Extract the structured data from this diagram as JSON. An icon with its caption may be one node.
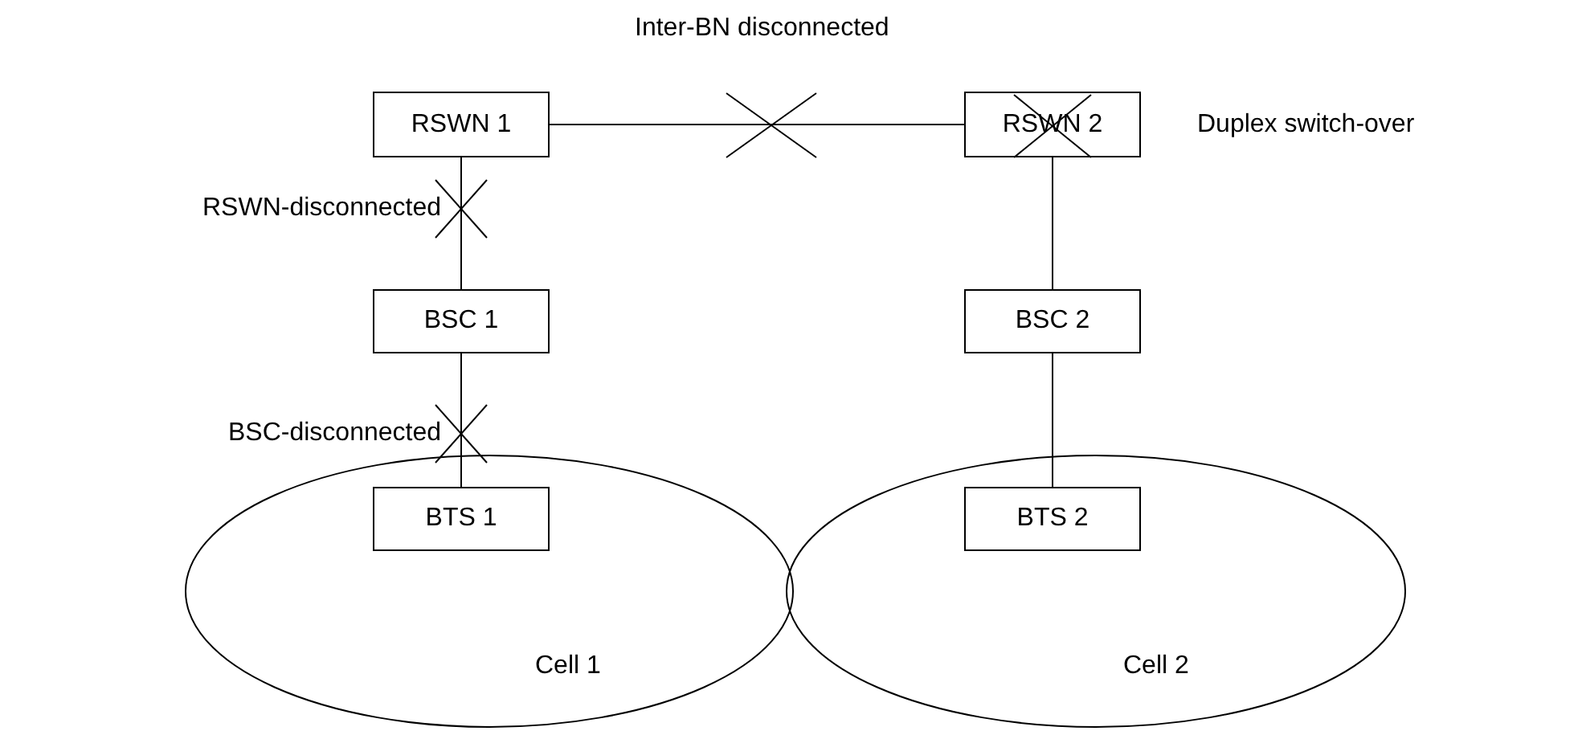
{
  "diagram": {
    "nodes": [
      {
        "text": [
          "RSWN 1"
        ]
      },
      {
        "text": [
          "RSWN 2"
        ],
        "beside": [
          "Duplex switch-over"
        ]
      },
      {
        "text": [
          "BSC 1"
        ]
      },
      {
        "text": [
          "BSC 2"
        ]
      },
      {
        "text": [
          "Cell 1"
        ]
      },
      {
        "text": [
          "BTS 1"
        ],
        "in": 4
      },
      {
        "text": [
          "Cell 2"
        ]
      },
      {
        "text": [
          "BTS 2"
        ],
        "in": 6
      }
    ],
    "edges": [
      {
        "from": 0,
        "to": 1,
        "arrow": "none",
        "label": "Inter-BN disconnected"
      },
      {
        "from": 0,
        "to": 2,
        "arrow": "none",
        "label": "RSWN-disconnected"
      },
      {
        "from": 1,
        "to": 3,
        "arrow": "none"
      },
      {
        "from": 2,
        "to": 5,
        "arrow": "none",
        "label": "BSC-disconnected"
      },
      {
        "from": 3,
        "to": 7,
        "arrow": "none"
      }
    ]
  }
}
